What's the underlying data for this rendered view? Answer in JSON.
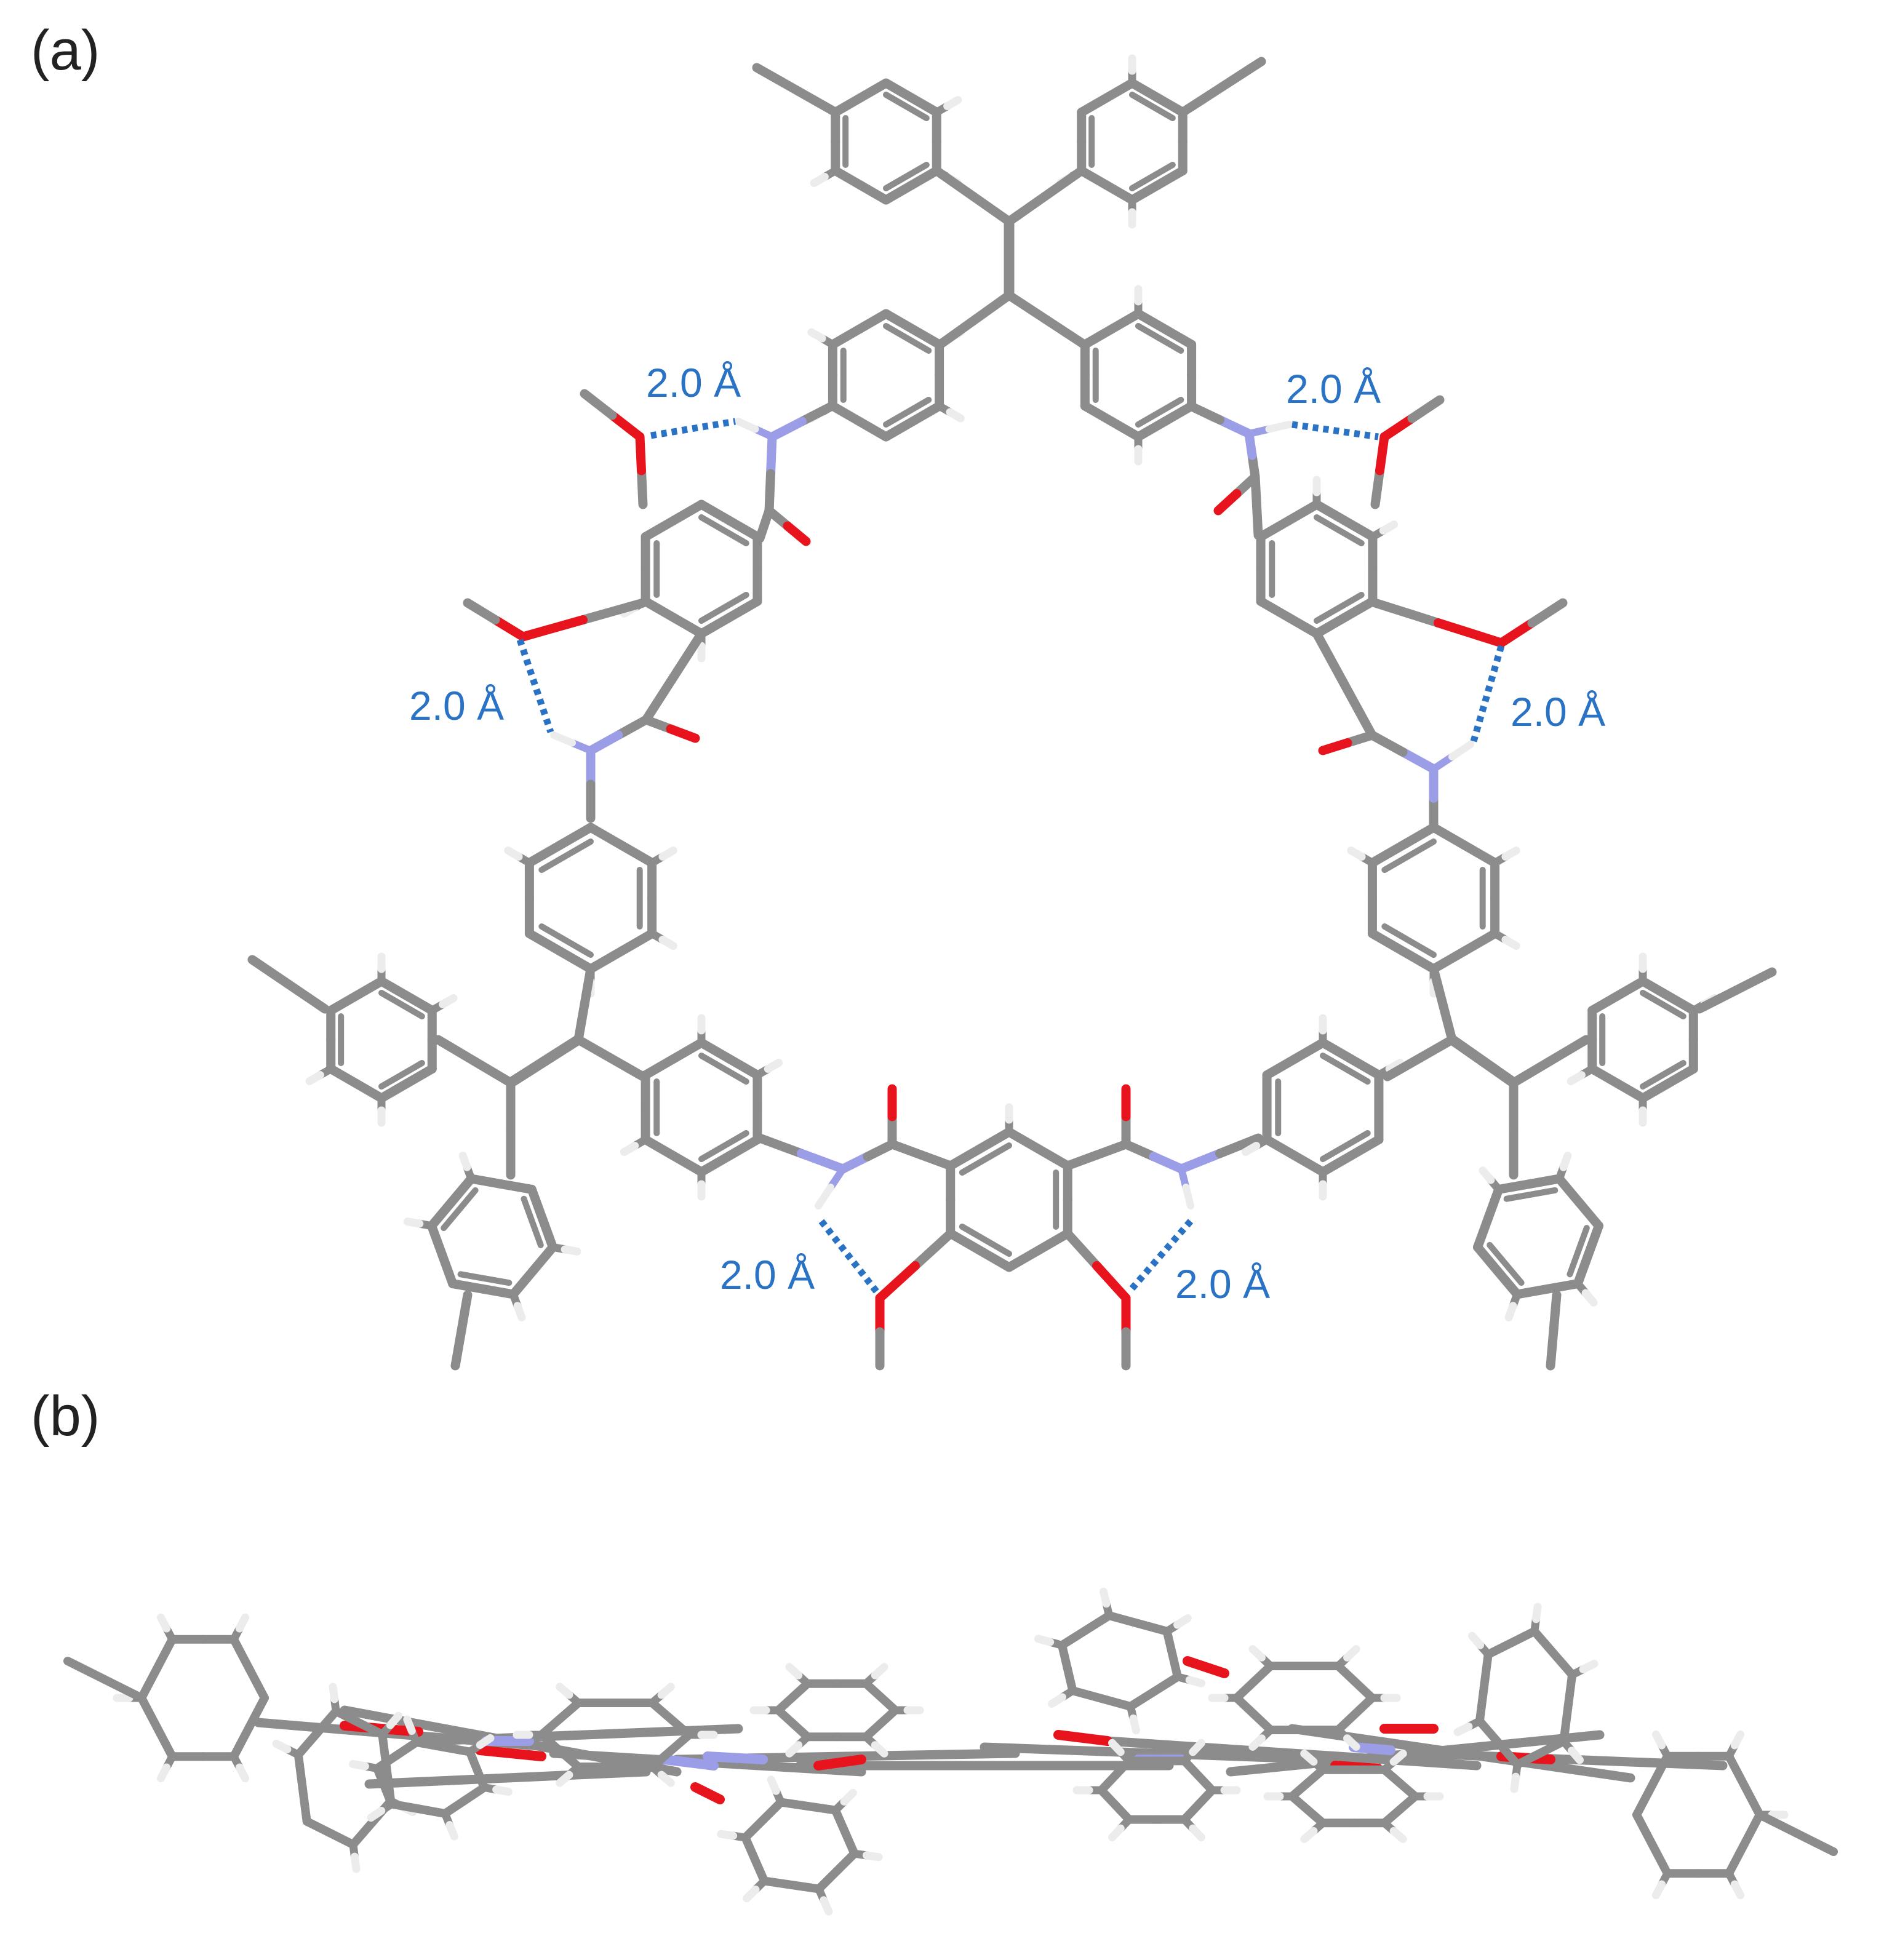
{
  "panels": [
    {
      "label": "(a)"
    },
    {
      "label": "(b)"
    }
  ],
  "hbond_labels": [
    "2.0 Å",
    "2.0 Å",
    "2.0 Å",
    "2.0 Å",
    "2.0 Å",
    "2.0 Å"
  ],
  "colors": {
    "carbon": "#8c8c8c",
    "hydrogen": "#ececec",
    "oxygen": "#e8141d",
    "nitrogen": "#9b9ee6",
    "hbond": "#2a72c4"
  }
}
